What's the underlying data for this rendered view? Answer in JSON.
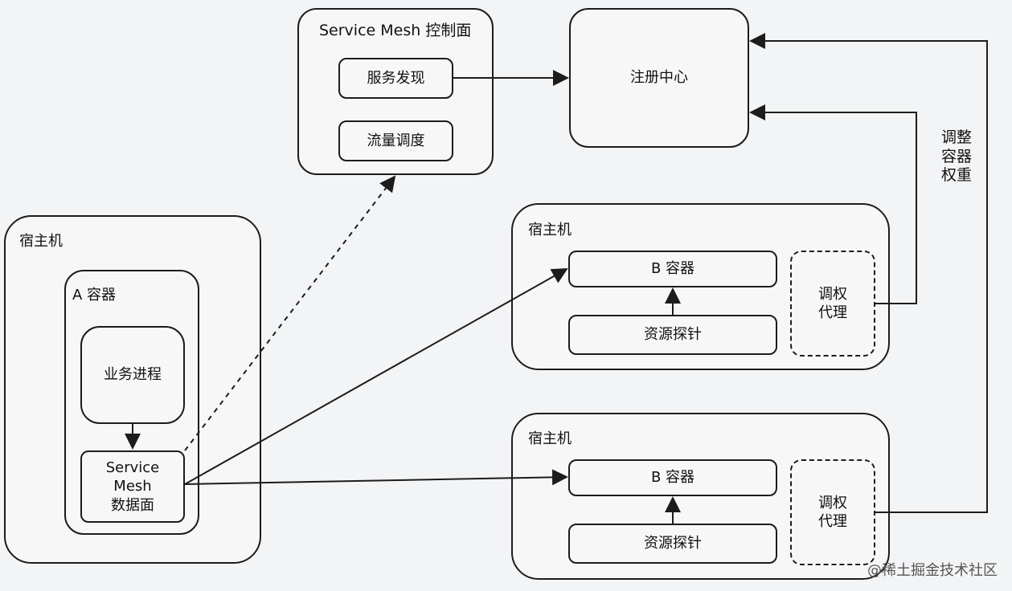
{
  "control_plane": {
    "title": "Service Mesh 控制面",
    "service_discovery": "服务发现",
    "traffic_scheduling": "流量调度"
  },
  "registry": {
    "label": "注册中心"
  },
  "adjust_weight_label": "调整容器权重",
  "host_a": {
    "title": "宿主机",
    "container_title": "A 容器",
    "business_process": "业务进程",
    "data_plane_line1": "Service",
    "data_plane_line2": "Mesh",
    "data_plane_line3": "数据面"
  },
  "host_b1": {
    "title": "宿主机",
    "container": "B 容器",
    "probe": "资源探针",
    "agent_line1": "调权",
    "agent_line2": "代理"
  },
  "host_b2": {
    "title": "宿主机",
    "container": "B 容器",
    "probe": "资源探针",
    "agent_line1": "调权",
    "agent_line2": "代理"
  },
  "watermark": "@稀土掘金技术社区",
  "colors": {
    "stroke": "#1c1c1c",
    "background": "#f3f4f6",
    "box_fill": "#f7f7f8"
  }
}
